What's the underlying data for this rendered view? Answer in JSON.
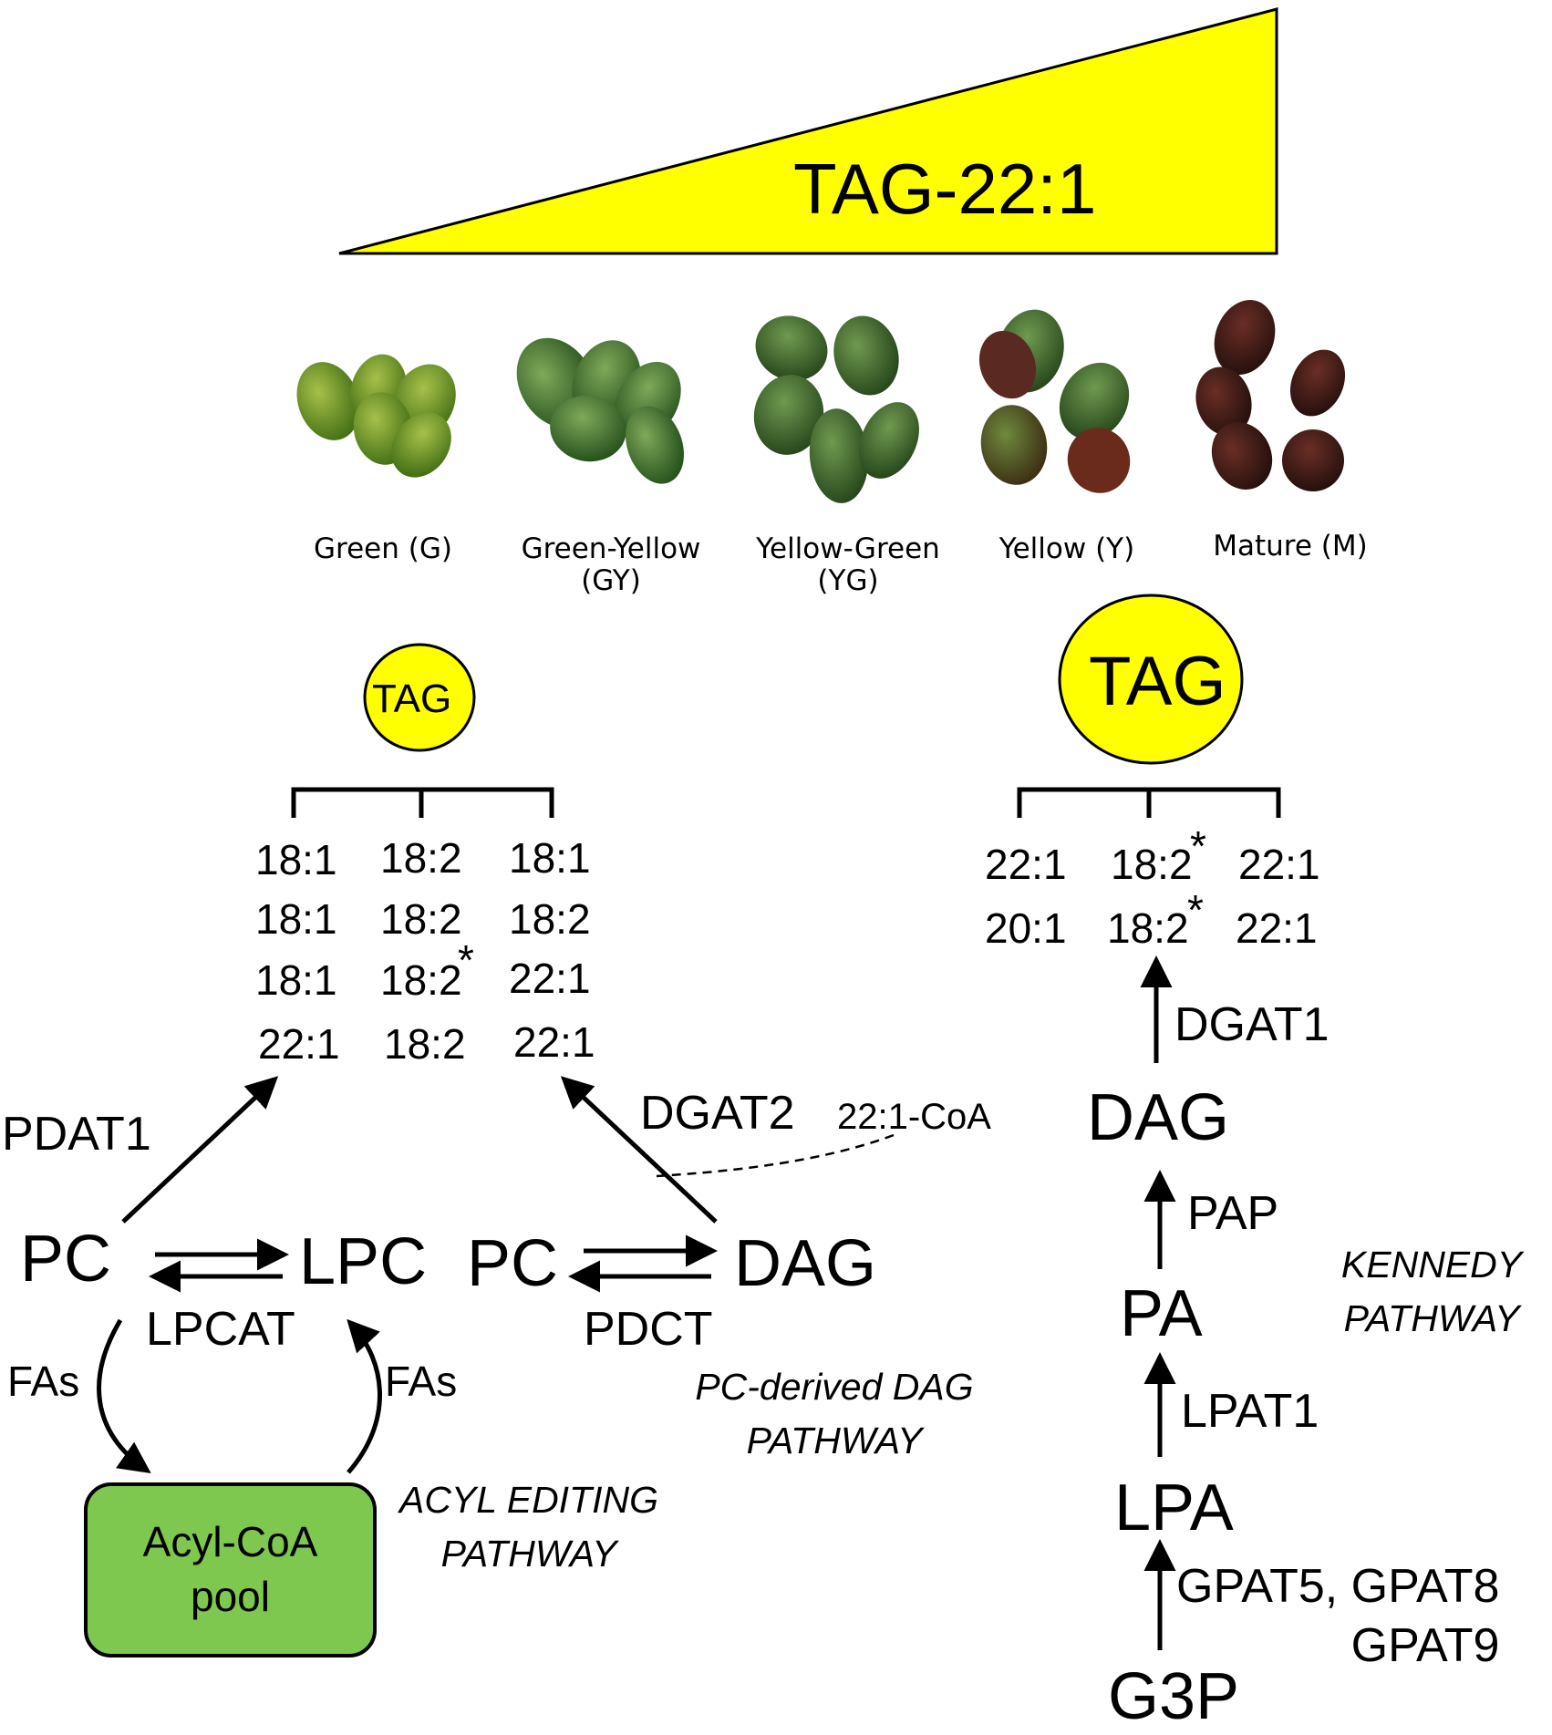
{
  "gradient": {
    "label": "TAG-22:1",
    "color": "#ffff00"
  },
  "stages": [
    {
      "name": "Green (G)"
    },
    {
      "name": "Green-Yellow\n(GY)"
    },
    {
      "name": "Yellow-Green\n(YG)"
    },
    {
      "name": "Yellow (Y)"
    },
    {
      "name": "Mature (M)"
    }
  ],
  "left_tag": {
    "label": "TAG",
    "rows": [
      [
        "18:1",
        "18:2",
        "18:1"
      ],
      [
        "18:1",
        "18:2",
        "18:2"
      ],
      [
        "18:1",
        "18:2",
        "22:1"
      ],
      [
        "22:1",
        "18:2",
        "22:1"
      ]
    ],
    "star": "*"
  },
  "right_tag": {
    "label": "TAG",
    "rows": [
      [
        "22:1",
        "18:2",
        "22:1"
      ],
      [
        "20:1",
        "18:2",
        "22:1"
      ]
    ],
    "star": "*"
  },
  "acyl_editing": {
    "pc": "PC",
    "lpc": "LPC",
    "enzyme": "LPCAT",
    "fas_left": "FAs",
    "fas_right": "FAs",
    "pool": "Acyl-CoA\npool",
    "pool_color": "#7ec850",
    "pathway": "ACYL EDITING\nPATHWAY"
  },
  "pc_dag": {
    "pc": "PC",
    "dag": "DAG",
    "enzyme": "PDCT",
    "pathway": "PC-derived DAG\nPATHWAY"
  },
  "enzymes": {
    "pdat1": "PDAT1",
    "dgat2": "DGAT2",
    "dgat1": "DGAT1",
    "pap": "PAP",
    "lpat1": "LPAT1",
    "gpat": "GPAT5, GPAT8\nGPAT9"
  },
  "cofactor": "22:1-CoA",
  "kennedy": {
    "dag": "DAG",
    "pa": "PA",
    "lpa": "LPA",
    "g3p": "G3P",
    "pathway": "KENNEDY\nPATHWAY"
  }
}
